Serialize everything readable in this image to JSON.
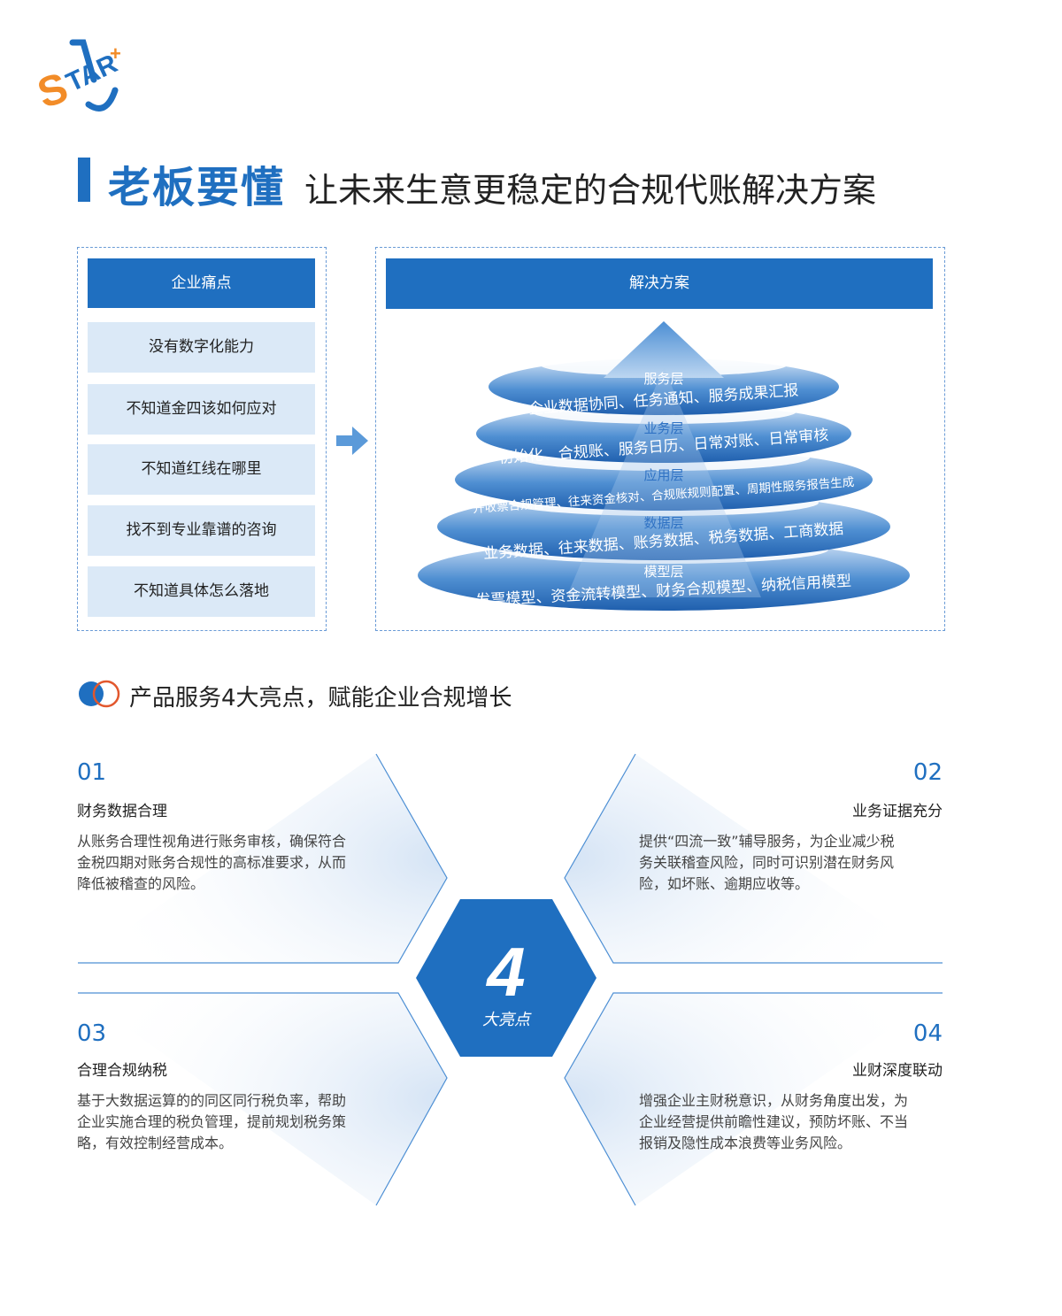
{
  "logo": {
    "text": "STAR",
    "plus": "+"
  },
  "heading": {
    "main": "老板要懂",
    "sub": "让未来生意更稳定的合规代账解决方案"
  },
  "pain_points": {
    "header": "企业痛点",
    "items": [
      "没有数字化能力",
      "不知道金四该如何应对",
      "不知道红线在哪里",
      "找不到专业靠谱的咨询",
      "不知道具体怎么落地"
    ]
  },
  "solution": {
    "header": "解决方案",
    "layers": [
      {
        "name": "服务层",
        "content": "企业数据协同、任务通知、服务成果汇报"
      },
      {
        "name": "业务层",
        "content": "初始化、合规账、服务日历、日常对账、日常审核"
      },
      {
        "name": "应用层",
        "content": "开收票合规管理、往来资金核对、合规账规则配置、周期性服务报告生成"
      },
      {
        "name": "数据层",
        "content": "业务数据、往来数据、账务数据、税务数据、工商数据"
      },
      {
        "name": "模型层",
        "content": "发票模型、资金流转模型、财务合规模型、纳税信用模型"
      }
    ]
  },
  "highlights": {
    "section_title": "产品服务4大亮点，赋能企业合规增长",
    "center_number": "4",
    "center_label": "大亮点",
    "items": [
      {
        "num": "01",
        "title": "财务数据合理",
        "lines": [
          "从账务合理性视角进行账务审核，确保符合",
          "金税四期对账务合规性的高标准要求，从而",
          "降低被稽查的风险。"
        ]
      },
      {
        "num": "02",
        "title": "业务证据充分",
        "lines": [
          "提供“四流一致”辅导服务，为企业减少税",
          "务关联稽查风险，同时可识别潜在财务风",
          "险，如坏账、逾期应收等。"
        ]
      },
      {
        "num": "03",
        "title": "合理合规纳税",
        "lines": [
          "基于大数据运算的的同区同行税负率，帮助",
          "企业实施合理的税负管理，提前规划税务策",
          "略，有效控制经营成本。"
        ]
      },
      {
        "num": "04",
        "title": "业财深度联动",
        "lines": [
          "增强企业主财税意识，从财务角度出发，为",
          "企业经营提供前瞻性建议，预防坏账、不当",
          "报销及隐性成本浪费等业务风险。"
        ]
      }
    ]
  },
  "colors": {
    "primary": "#1f6fc0",
    "light": "#dbe9f7",
    "accent": "#f28c28"
  }
}
